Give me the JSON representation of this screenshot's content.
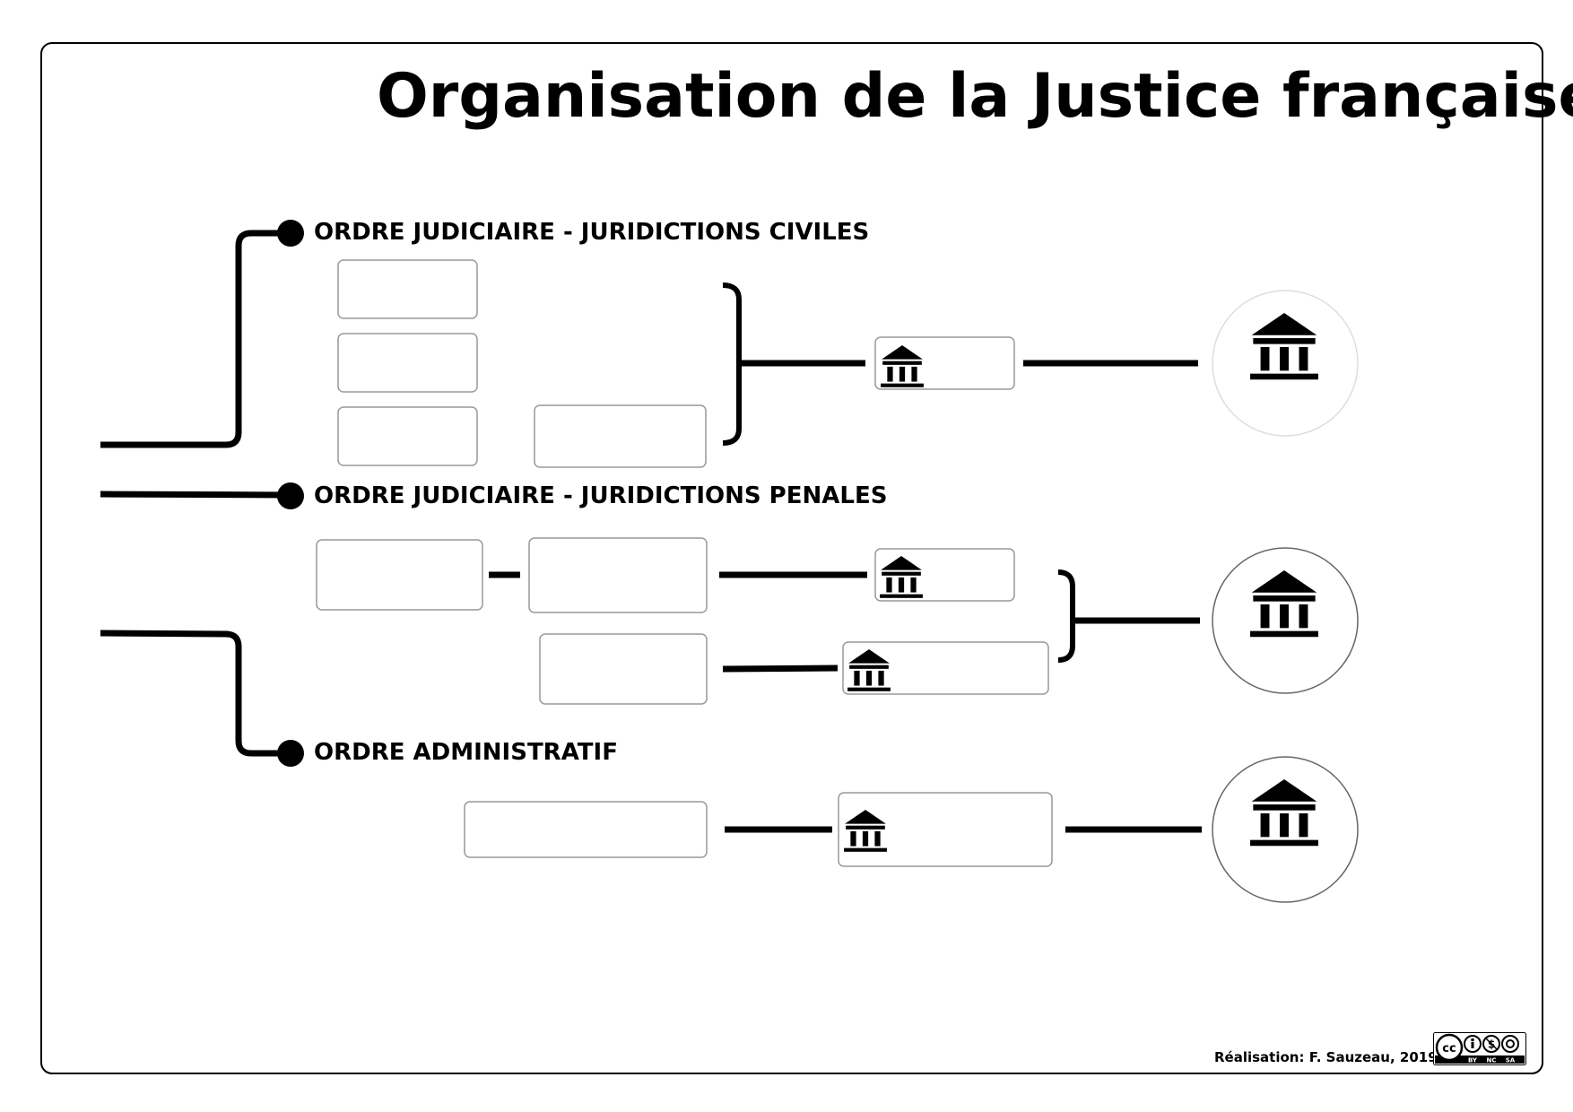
{
  "title": "Organisation de la Justice française",
  "sections": {
    "civil": "ORDRE JUDICIAIRE - JURIDICTIONS CIVILES",
    "penal": "ORDRE JUDICIAIRE - JURIDICTIONS PENALES",
    "admin": "ORDRE ADMINISTRATIF"
  },
  "credit": "Réalisation: F. Sauzeau, 2019",
  "license": {
    "by": "BY",
    "nc": "NC",
    "sa": "SA",
    "cc": "cc"
  },
  "icons": {
    "court": "courthouse-icon"
  }
}
